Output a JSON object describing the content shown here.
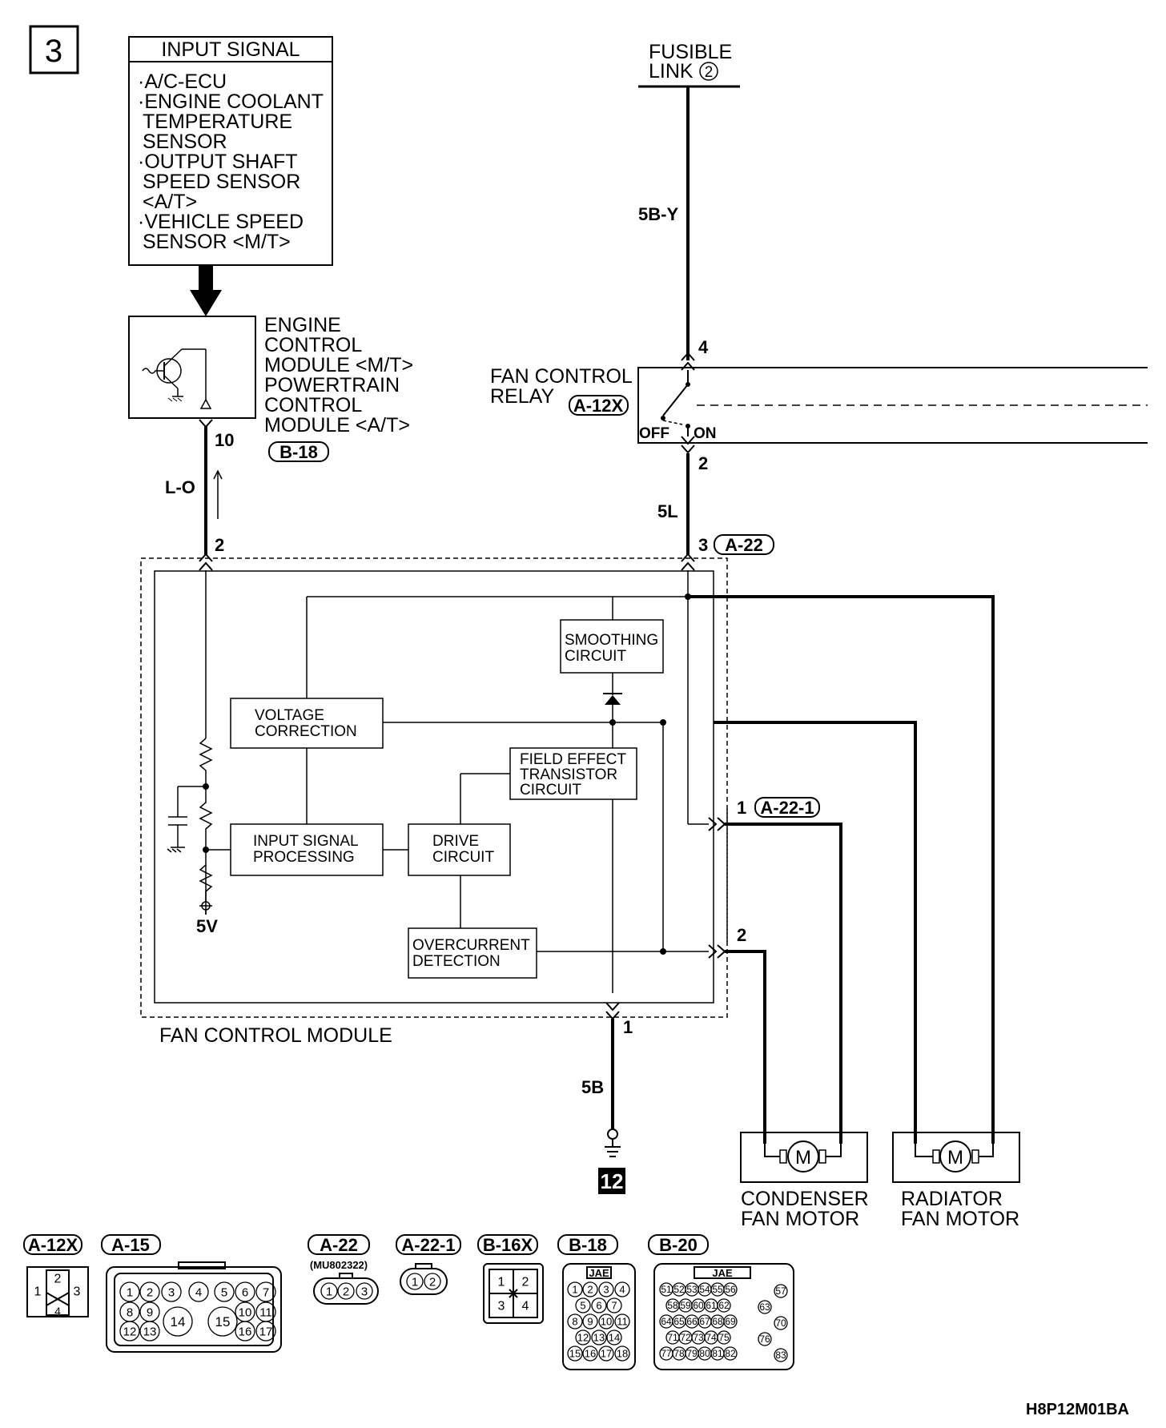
{
  "page_number": "3",
  "diagram_code": "H8P12M01BA",
  "input_signal": {
    "title": "INPUT SIGNAL",
    "lines": [
      "·A/C-ECU",
      "·ENGINE COOLANT",
      "TEMPERATURE",
      "SENSOR",
      "·OUTPUT SHAFT",
      "SPEED SENSOR",
      "<A/T>",
      "·VEHICLE SPEED",
      "SENSOR <M/T>"
    ]
  },
  "ecm": {
    "lines": [
      "ENGINE",
      "CONTROL",
      "MODULE <M/T>",
      "POWERTRAIN",
      "CONTROL",
      "MODULE <A/T>"
    ],
    "connector": "B-18",
    "pin": "10"
  },
  "fusible_link": {
    "lines": [
      "FUSIBLE",
      "LINK"
    ],
    "number": "2"
  },
  "wires": {
    "fusible_to_relay": "5B-Y",
    "ecm_to_module": "L-O",
    "relay_to_module": "5L",
    "module_to_ground": "5B"
  },
  "relay": {
    "lines": [
      "FAN CONTROL",
      "RELAY"
    ],
    "connector": "A-12X",
    "pin_top": "4",
    "pin_bottom": "2",
    "off_label": "OFF",
    "on_label": "ON"
  },
  "module": {
    "title": "FAN CONTROL MODULE",
    "pin_signal": "2",
    "pin_power": "3",
    "power_connector": "A-22",
    "pin_ground": "1",
    "out_pin_1": "1",
    "out_connector": "A-22-1",
    "out_pin_2": "2",
    "blocks": {
      "smoothing": [
        "SMOOTHING",
        "CIRCUIT"
      ],
      "voltage": [
        "VOLTAGE",
        "CORRECTION"
      ],
      "fet": [
        "FIELD EFFECT",
        "TRANSISTOR",
        "CIRCUIT"
      ],
      "input": [
        "INPUT SIGNAL",
        "PROCESSING"
      ],
      "drive": [
        "DRIVE",
        "CIRCUIT"
      ],
      "overcurrent": [
        "OVERCURRENT",
        "DETECTION"
      ]
    },
    "supply_label": "5V"
  },
  "ground_number": "12",
  "motors": {
    "condenser": [
      "CONDENSER",
      "FAN MOTOR"
    ],
    "radiator": [
      "RADIATOR",
      "FAN MOTOR"
    ],
    "symbol": "M"
  },
  "connectors": [
    {
      "label": "A-12X",
      "pins": [
        "1",
        "2",
        "3",
        "4"
      ]
    },
    {
      "label": "A-15",
      "pins": [
        "1",
        "2",
        "3",
        "4",
        "5",
        "6",
        "7",
        "8",
        "9",
        "10",
        "11",
        "12",
        "13",
        "14",
        "15",
        "16",
        "17"
      ]
    },
    {
      "label": "A-22",
      "part_no": "(MU802322)",
      "pins": [
        "1",
        "2",
        "3"
      ]
    },
    {
      "label": "A-22-1",
      "pins": [
        "1",
        "2"
      ]
    },
    {
      "label": "B-16X",
      "pins": [
        "1",
        "2",
        "3",
        "4"
      ]
    },
    {
      "label": "B-18",
      "brand": "JAE",
      "pins": [
        "1",
        "2",
        "3",
        "4",
        "5",
        "6",
        "7",
        "8",
        "9",
        "10",
        "11",
        "12",
        "13",
        "14",
        "15",
        "16",
        "17",
        "18"
      ]
    },
    {
      "label": "B-20",
      "brand": "JAE",
      "pins": [
        "51",
        "52",
        "53",
        "54",
        "55",
        "56",
        "57",
        "58",
        "59",
        "60",
        "61",
        "62",
        "63",
        "64",
        "65",
        "66",
        "67",
        "68",
        "69",
        "70",
        "71",
        "72",
        "73",
        "74",
        "75",
        "76",
        "77",
        "78",
        "79",
        "80",
        "81",
        "82",
        "83"
      ]
    }
  ]
}
